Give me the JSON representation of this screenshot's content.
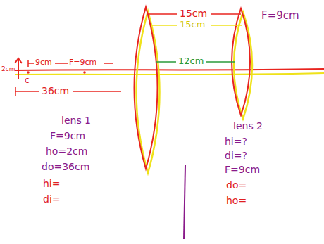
{
  "diagram": {
    "labels": [
      "15cm",
      "15cm",
      "F=9cm",
      "2cm",
      "c",
      "9cm",
      "F=9cm",
      "12cm",
      "36cm",
      "lens 1",
      "F=9cm",
      "ho=2cm",
      "do=36cm",
      "hi=",
      "di=",
      "lens 2",
      "hi=?",
      "di=?",
      "F=9cm",
      "do=",
      "ho="
    ]
  }
}
